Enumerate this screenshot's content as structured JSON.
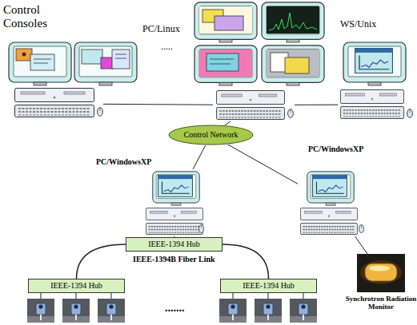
{
  "diagram": {
    "nodes": [
      {
        "text": [
          "Control Consoles"
        ]
      },
      {
        "text": [
          "PC/Linux"
        ]
      },
      {
        "text": [
          "WS/Unix"
        ]
      },
      {
        "text": [
          "Control Network"
        ]
      },
      {
        "text": [
          "PC/WindowsXP"
        ]
      },
      {
        "text": [
          "PC/WindowsXP"
        ]
      },
      {
        "text": [
          "IEEE-1394 Hub"
        ]
      },
      {
        "text": [
          "IEEE-1394 Hub"
        ]
      },
      {
        "text": [
          "IEEE-1394 Hub"
        ]
      },
      {
        "text": [
          "Synchrotron Radiation Monitor"
        ]
      }
    ],
    "edges": [
      {
        "from": 0,
        "to": 1,
        "arrow": "none"
      },
      {
        "from": 2,
        "to": 1,
        "arrow": "none"
      },
      {
        "from": 1,
        "to": 3,
        "arrow": "none"
      },
      {
        "from": 3,
        "to": 4,
        "arrow": "none"
      },
      {
        "from": 3,
        "to": 5,
        "arrow": "none"
      },
      {
        "from": 4,
        "to": 6,
        "arrow": "none"
      },
      {
        "from": 6,
        "to": 7,
        "arrow": "none"
      },
      {
        "from": 6,
        "to": 8,
        "arrow": "none"
      },
      {
        "from": 5,
        "to": 9,
        "arrow": "none"
      }
    ],
    "labels": [
      "IEEE-1394B Fiber Link",
      ".....",
      "......."
    ]
  }
}
